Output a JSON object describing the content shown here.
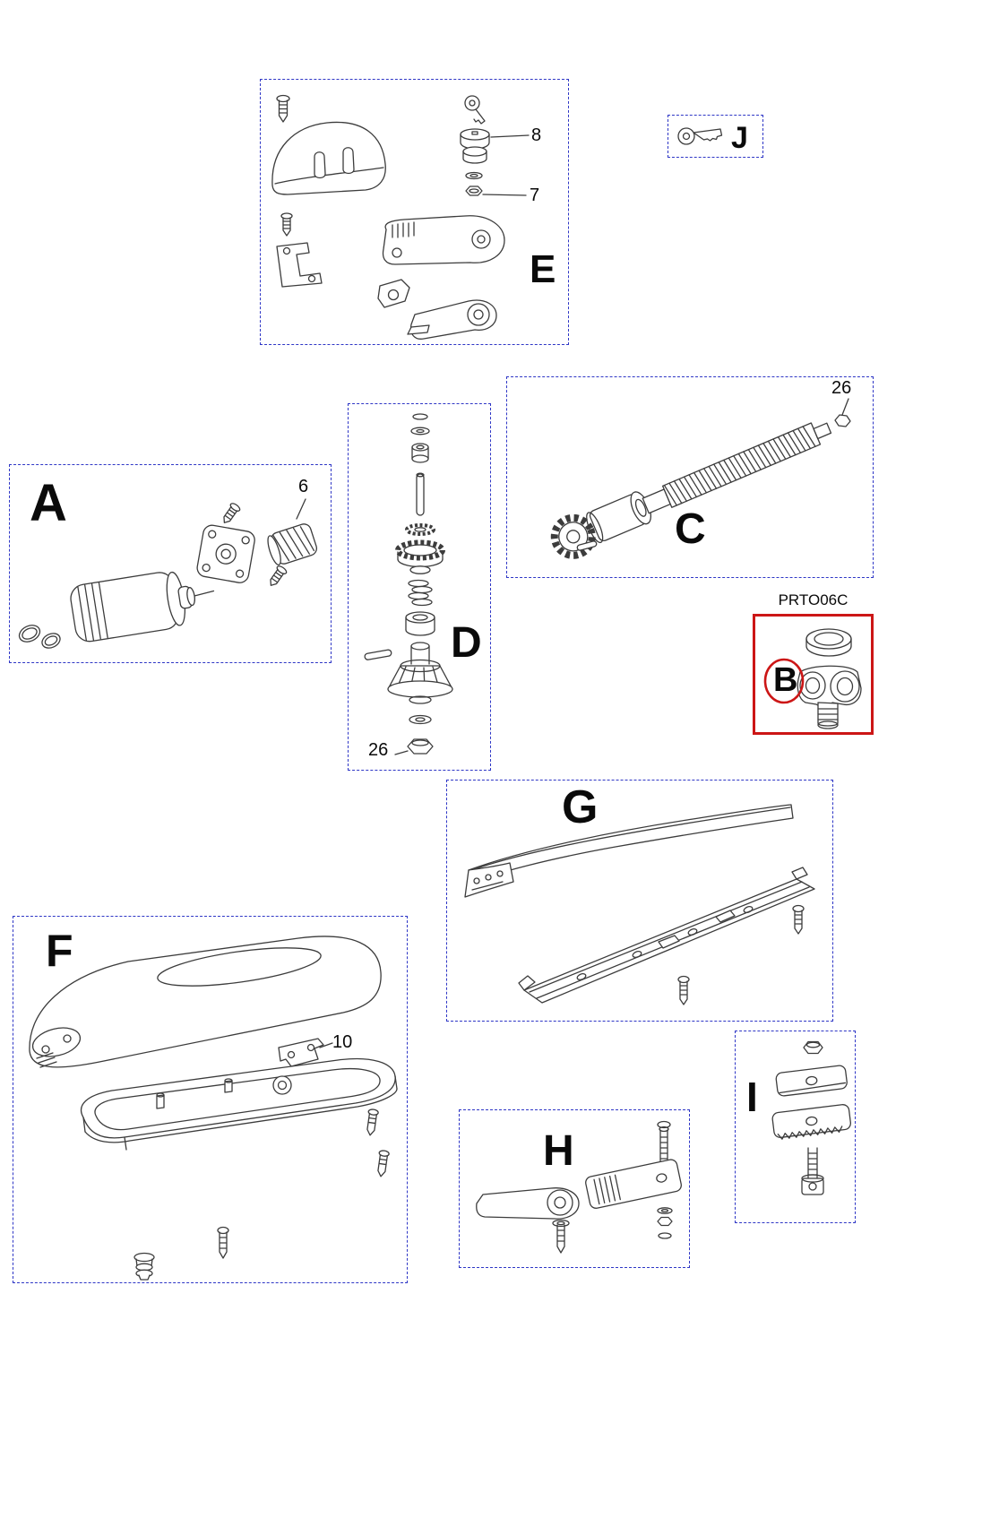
{
  "diagram": {
    "colors": {
      "background": "#ffffff",
      "group_box_border": "#2e36c6",
      "highlight_border": "#cc1616",
      "line_art": "#3c3c3c",
      "text": "#0a0a0a"
    }
  },
  "boxes": {
    "A": {
      "label": "A"
    },
    "B": {
      "label": "B",
      "code": "PRTO06C"
    },
    "C": {
      "label": "C"
    },
    "D": {
      "label": "D"
    },
    "E": {
      "label": "E"
    },
    "F": {
      "label": "F"
    },
    "G": {
      "label": "G"
    },
    "H": {
      "label": "H"
    },
    "I": {
      "label": "I"
    },
    "J": {
      "label": "J"
    }
  },
  "callouts": {
    "e_8": "8",
    "e_7": "7",
    "a_6": "6",
    "c_26": "26",
    "d_26": "26",
    "f_10": "10"
  }
}
